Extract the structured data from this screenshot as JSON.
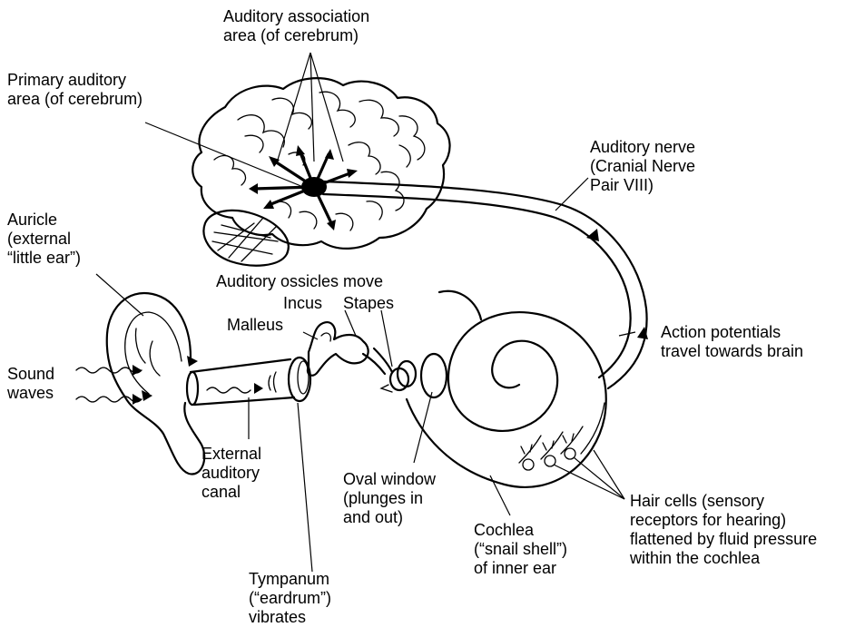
{
  "labels": {
    "auditory_association": [
      "Auditory association",
      "area (of cerebrum)"
    ],
    "primary_auditory": [
      "Primary auditory",
      "area (of cerebrum)"
    ],
    "auditory_nerve": [
      "Auditory nerve",
      "(Cranial Nerve",
      "Pair VIII)"
    ],
    "auricle": [
      "Auricle",
      "(external",
      "“little ear”)"
    ],
    "ossicles_move": [
      "Auditory ossicles move"
    ],
    "incus": [
      "Incus"
    ],
    "stapes": [
      "Stapes"
    ],
    "malleus": [
      "Malleus"
    ],
    "sound_waves": [
      "Sound",
      "waves"
    ],
    "action_potentials": [
      "Action potentials",
      "travel towards brain"
    ],
    "external_canal": [
      "External",
      "auditory",
      "canal"
    ],
    "oval_window": [
      "Oval window",
      "(plunges in",
      "and out)"
    ],
    "cochlea": [
      "Cochlea",
      "(“snail shell”)",
      "of inner ear"
    ],
    "hair_cells": [
      "Hair cells (sensory",
      "receptors for hearing)",
      "flattened by fluid pressure",
      "within the cochlea"
    ],
    "tympanum": [
      "Tympanum",
      "(“eardrum”)",
      "vibrates"
    ]
  },
  "colors": {
    "ink": "#000000",
    "paper": "#ffffff"
  }
}
